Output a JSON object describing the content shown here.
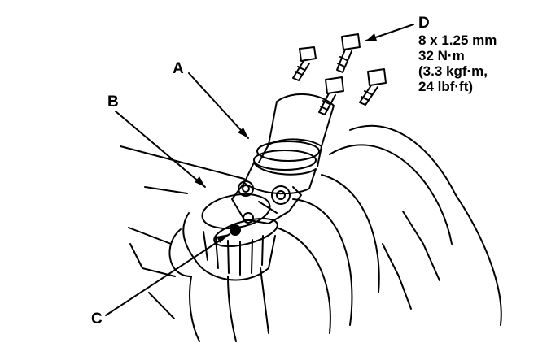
{
  "labels": {
    "a": "A",
    "b": "B",
    "c": "C",
    "d": "D"
  },
  "spec": {
    "line1": "8 x 1.25 mm",
    "line2": "32 N·m",
    "line3": "(3.3 kgf·m,",
    "line4": "24 lbf·ft)"
  },
  "colors": {
    "ink": "#000000",
    "paper": "#ffffff"
  }
}
